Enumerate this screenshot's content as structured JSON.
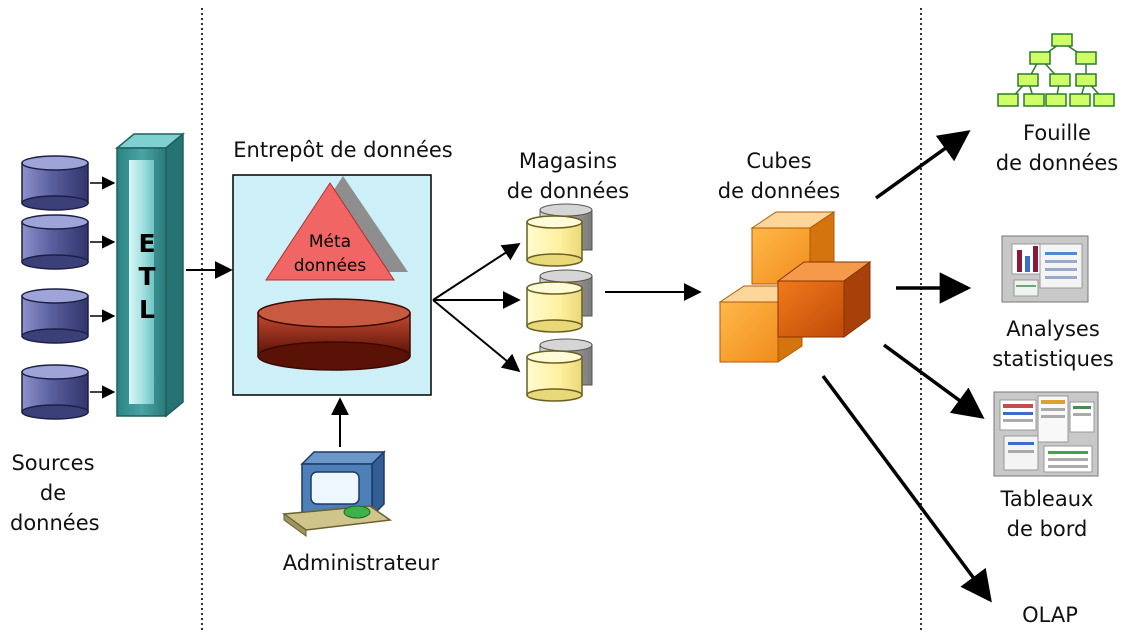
{
  "sources": {
    "label_lines": [
      "Sources",
      "de",
      "données"
    ]
  },
  "etl": {
    "letters": [
      "E",
      "T",
      "L"
    ]
  },
  "warehouse": {
    "title": "Entrepôt de données",
    "meta_lines": [
      "Méta",
      "données"
    ]
  },
  "administrator": {
    "label": "Administrateur"
  },
  "marts": {
    "label_lines": [
      "Magasins",
      "de données"
    ]
  },
  "cubes": {
    "label_lines": [
      "Cubes",
      "de données"
    ]
  },
  "outputs": {
    "mining": {
      "label_lines": [
        "Fouille",
        "de données"
      ]
    },
    "stats": {
      "label_lines": [
        "Analyses",
        "statistiques"
      ]
    },
    "dashboards": {
      "label_lines": [
        "Tableaux",
        "de bord"
      ]
    },
    "olap": {
      "label": "OLAP"
    }
  },
  "colors": {
    "source_db": "#5a5f9e",
    "etl_column": "#4aa3a3",
    "warehouse_bg": "#cdf0f8",
    "meta_triangle": "#f26565",
    "warehouse_db": "#a0301e",
    "mart_db": "#fff4a8",
    "cube": "#f08c1c"
  }
}
